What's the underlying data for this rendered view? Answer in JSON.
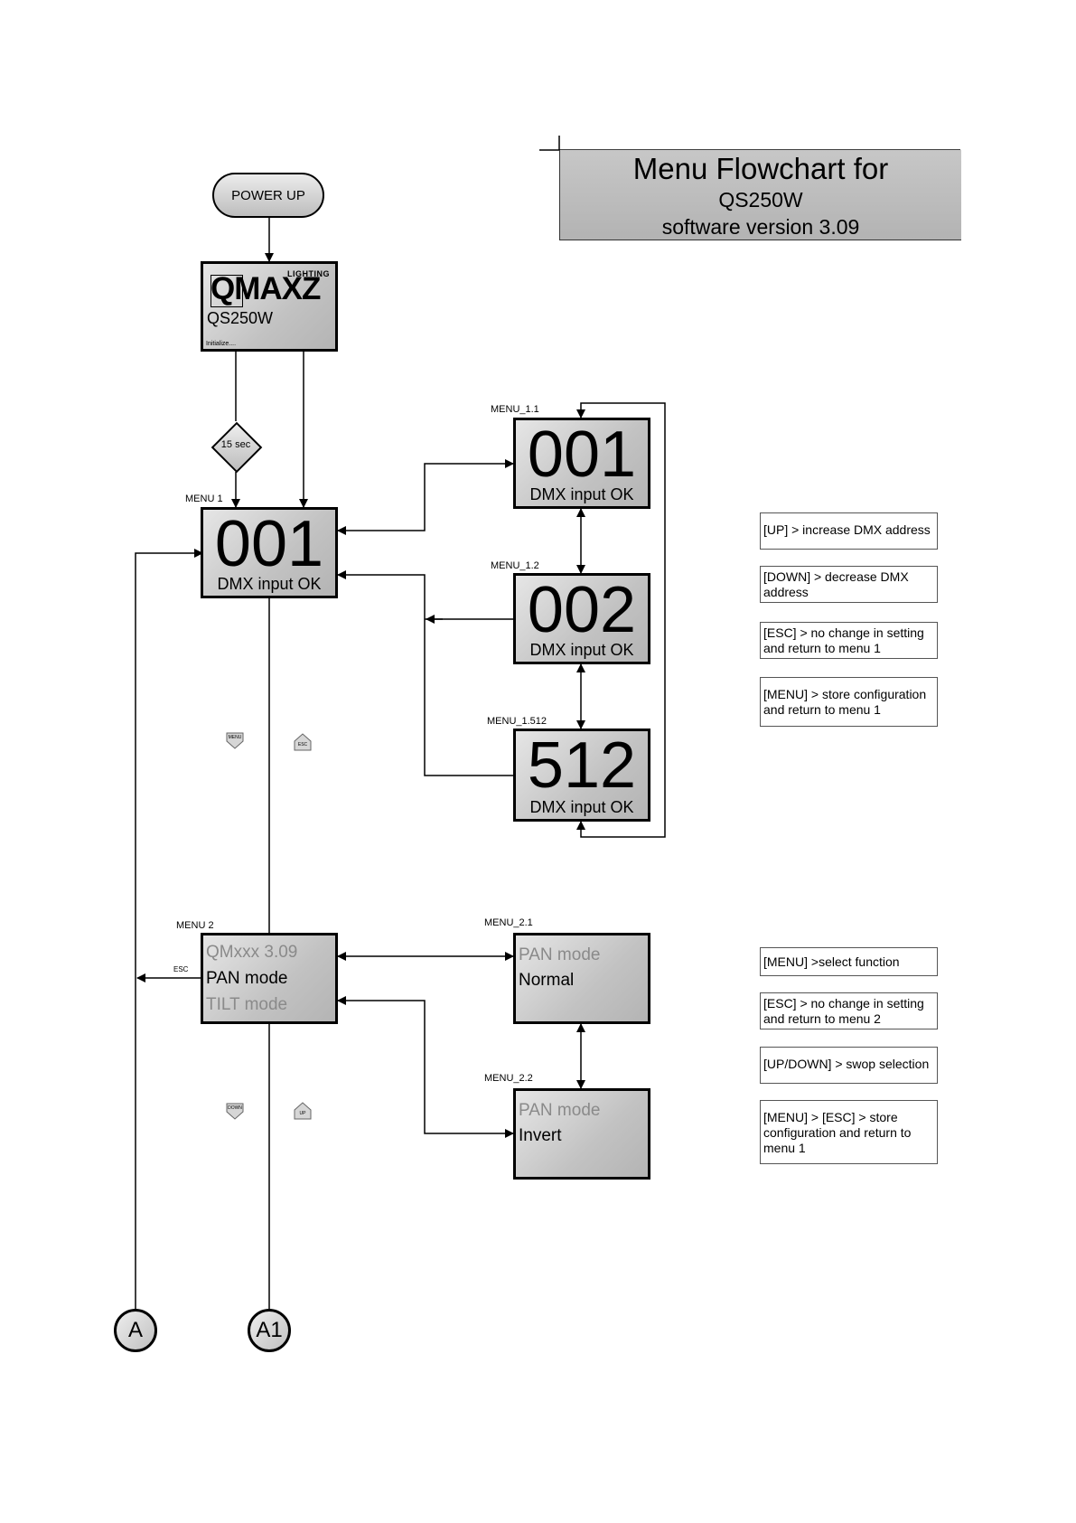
{
  "title": {
    "line1": "Menu Flowchart for",
    "line2": "QS250W",
    "line3": "software version 3.09"
  },
  "power_up": "POWER UP",
  "boot_screen": {
    "logo": "QMAXZ",
    "lighting": "LIGHTING",
    "model": "QS250W",
    "status": "Initialize...."
  },
  "delay": "15 sec",
  "menu1": {
    "label": "MENU 1",
    "value": "001",
    "status": "DMX  input OK"
  },
  "menu1_1": {
    "label": "MENU_1.1",
    "value": "001",
    "status": "DMX  input OK"
  },
  "menu1_2": {
    "label": "MENU_1.2",
    "value": "002",
    "status": "DMX  input OK"
  },
  "menu1_512": {
    "label": "MENU_1.512",
    "value": "512",
    "status": "DMX  input OK"
  },
  "keys": {
    "menu": "MENU",
    "esc": "ESC",
    "down": "DOWN",
    "up": "UP"
  },
  "menu2": {
    "label": "MENU 2",
    "line1": "QMxxx   3.09",
    "line2": "PAN  mode",
    "line3": "TILT  mode",
    "esc_label": "ESC"
  },
  "menu2_1": {
    "label": "MENU_2.1",
    "line1": "PAN mode",
    "line2": "Normal"
  },
  "menu2_2": {
    "label": "MENU_2.2",
    "line1": "PAN mode",
    "line2": "Invert"
  },
  "notes_menu1": [
    "[UP] > increase DMX address",
    "[DOWN] > decrease DMX address",
    "[ESC] > no change in setting and return to menu 1",
    "[MENU] > store configuration and return to menu 1"
  ],
  "notes_menu2": [
    "[MENU] >select function",
    "[ESC] > no change in setting and return to menu 2",
    "[UP/DOWN] > swop selection",
    "[MENU] > [ESC] > store configuration and return to menu 1"
  ],
  "connectors": [
    "A",
    "A1"
  ]
}
